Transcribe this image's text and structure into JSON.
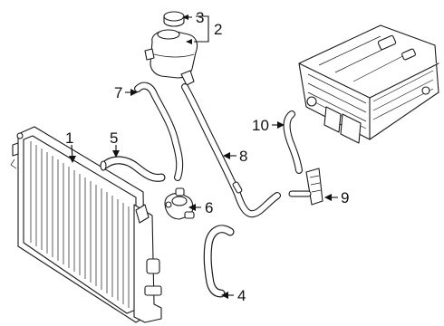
{
  "diagram": {
    "callouts": [
      {
        "id": "1",
        "label": "1",
        "part": "radiator"
      },
      {
        "id": "2",
        "label": "2",
        "part": "reservoir-tank"
      },
      {
        "id": "3",
        "label": "3",
        "part": "reservoir-cap"
      },
      {
        "id": "4",
        "label": "4",
        "part": "lower-hose"
      },
      {
        "id": "5",
        "label": "5",
        "part": "inlet-hose"
      },
      {
        "id": "6",
        "label": "6",
        "part": "water-pump"
      },
      {
        "id": "7",
        "label": "7",
        "part": "reservoir-hose"
      },
      {
        "id": "8",
        "label": "8",
        "part": "long-coolant-hose"
      },
      {
        "id": "9",
        "label": "9",
        "part": "hose-connector"
      },
      {
        "id": "10",
        "label": "10",
        "part": "inverter-hose"
      }
    ]
  }
}
